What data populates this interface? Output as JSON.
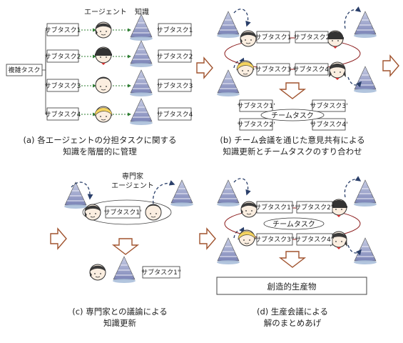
{
  "panel_a": {
    "root_label": "複雑タスク",
    "header_agent": "エージェント",
    "header_knowledge": "知識",
    "subtasks": [
      "サブタスク1",
      "サブタスク2",
      "サブタスク3",
      "サブタスク4"
    ],
    "knowledge_tasks": [
      "サブタスク1",
      "サブタスク2",
      "サブタスク3",
      "サブタスク4"
    ],
    "caption_line1": "(a) 各エージェントの分担タスクに関する",
    "caption_line2": "知識を階層的に管理"
  },
  "panel_b": {
    "tasks": [
      "サブタスク1",
      "サブタスク2",
      "サブタスク3",
      "サブタスク4'"
    ],
    "team_task": "チームタスク",
    "merged_tasks": [
      "サブタスク1'",
      "サブタスク3'",
      "サブタスク2'",
      "サブタスク4'"
    ],
    "caption_line1": "(b) チーム会議を通じた意見共有による",
    "caption_line2": "知識更新とチームタスクのすり合わせ"
  },
  "panel_c": {
    "expert_label_line1": "専門家",
    "expert_label_line2": "エージェント",
    "task_discussion": "サブタスク1'",
    "task_result": "サブタスク1''",
    "caption_line1": "(c) 専門家との議論による",
    "caption_line2": "知識更新"
  },
  "panel_d": {
    "tasks": [
      "サブタスク1''",
      "サブタスク2''",
      "サブタスク3''",
      "サブタスク4''"
    ],
    "team_task": "チームタスク",
    "product": "創造的生産物",
    "caption_line1": "(d) 生産会議による",
    "caption_line2": "解のまとめあげ"
  }
}
